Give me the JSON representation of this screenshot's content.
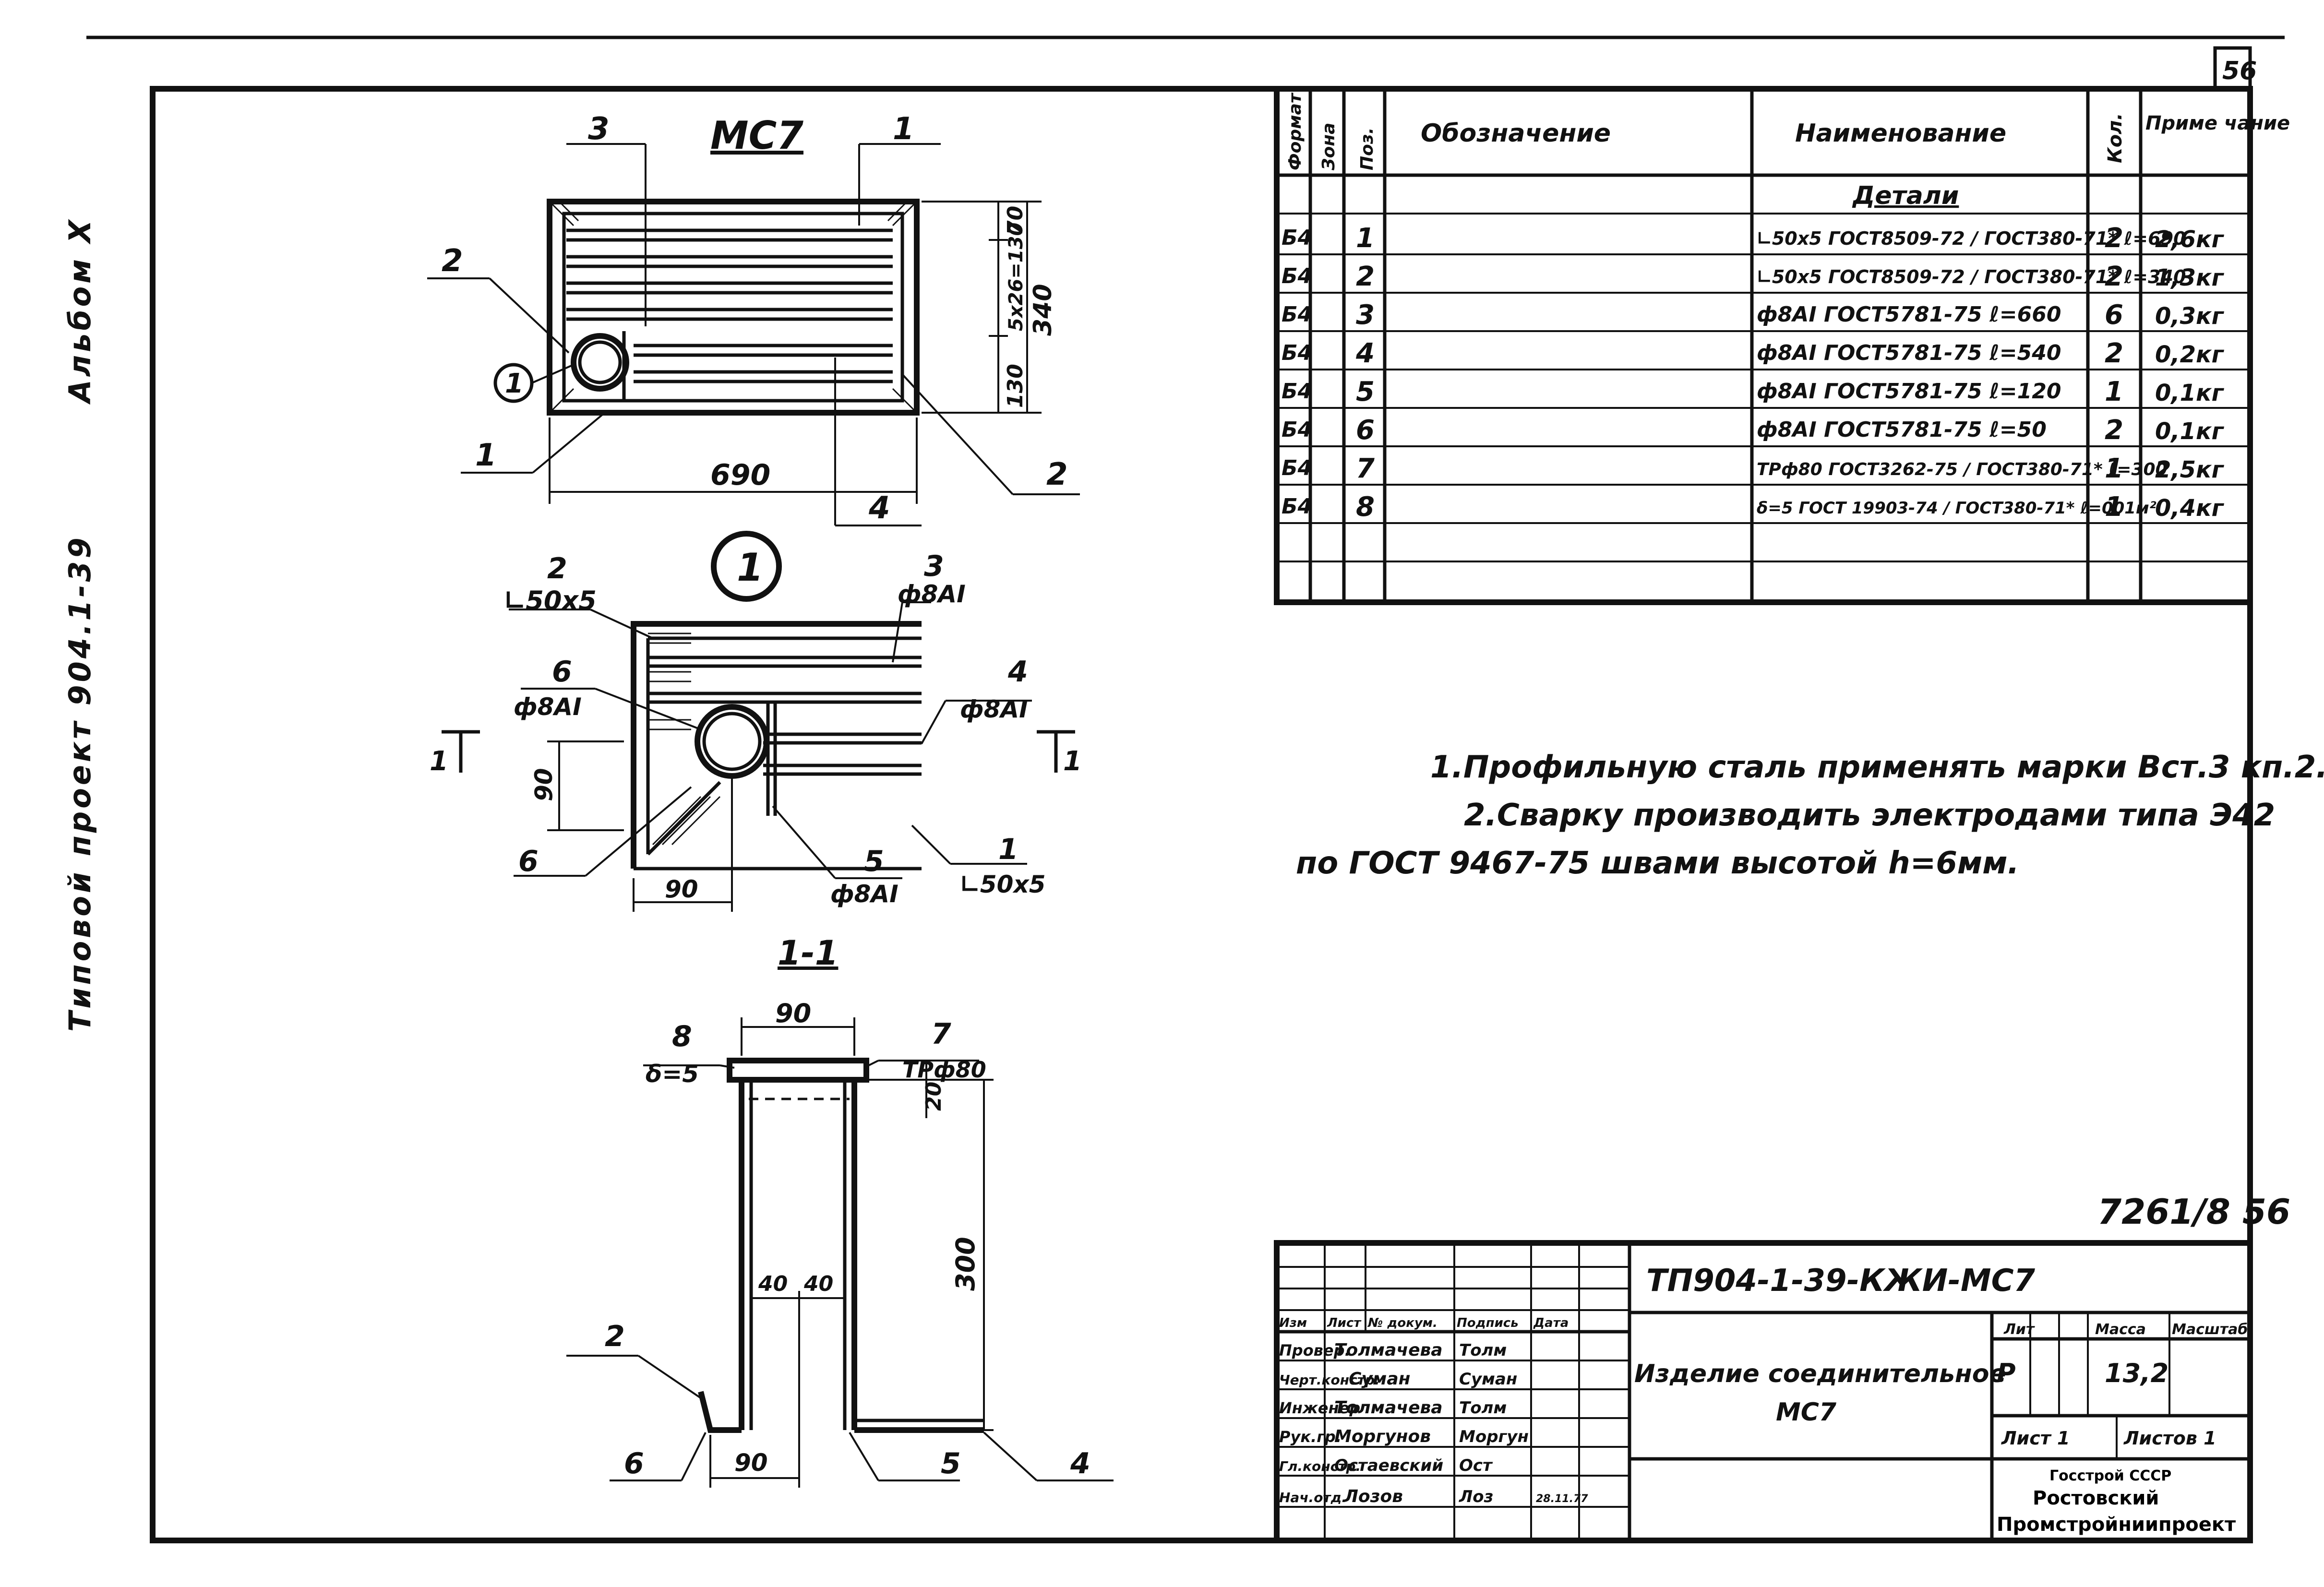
{
  "sheet_number": "56",
  "side_caption": {
    "project": "Типовой проект 904.1-39",
    "album": "Альбом X"
  },
  "views": {
    "plan_title": "МС7",
    "node_marker": "1",
    "section_title": "1-1",
    "section_mark": "1"
  },
  "dims": {
    "d690": "690",
    "d340": "340",
    "d70": "70",
    "d130": "130",
    "d_mid": "5х26=130",
    "d90": "90",
    "d90b": "90",
    "d90c": "90",
    "d90d": "90",
    "d20": "20",
    "d300": "300",
    "d40a": "40",
    "d40b": "40"
  },
  "callouts": {
    "c1": "1",
    "c2": "2",
    "c3": "3",
    "c4": "4",
    "c5": "5",
    "c6": "6",
    "c7": "7",
    "c8": "8",
    "angle": "∟50х5",
    "bar": "ф8АI",
    "pipe": "ТРф80",
    "plate": "δ=5"
  },
  "spec_table": {
    "headers": {
      "format": "Формат",
      "zone": "Зона",
      "pos": "Поз.",
      "designation": "Обозначение",
      "name": "Наименование",
      "qty": "Кол.",
      "note": "Приме чание"
    },
    "section_header": "Детали",
    "rows": [
      {
        "format": "Б4",
        "pos": "1",
        "name": "∟50х5 ГОСТ8509-72 / ГОСТ380-71* ℓ=690",
        "qty": "2",
        "note": "2,6кг"
      },
      {
        "format": "Б4",
        "pos": "2",
        "name": "∟50х5 ГОСТ8509-72 / ГОСТ380-71* ℓ=340",
        "qty": "2",
        "note": "1,3кг"
      },
      {
        "format": "Б4",
        "pos": "3",
        "name": "ф8АI ГОСТ5781-75 ℓ=660",
        "qty": "6",
        "note": "0,3кг"
      },
      {
        "format": "Б4",
        "pos": "4",
        "name": "ф8АI ГОСТ5781-75 ℓ=540",
        "qty": "2",
        "note": "0,2кг"
      },
      {
        "format": "Б4",
        "pos": "5",
        "name": "ф8АI ГОСТ5781-75 ℓ=120",
        "qty": "1",
        "note": "0,1кг"
      },
      {
        "format": "Б4",
        "pos": "6",
        "name": "ф8АI ГОСТ5781-75 ℓ=50",
        "qty": "2",
        "note": "0,1кг"
      },
      {
        "format": "Б4",
        "pos": "7",
        "name": "ТРф80 ГОСТ3262-75 / ГОСТ380-71* ℓ=300",
        "qty": "1",
        "note": "2,5кг"
      },
      {
        "format": "Б4",
        "pos": "8",
        "name": "δ=5 ГОСТ 19903-74 / ГОСТ380-71* ℓ=001м²",
        "qty": "1",
        "note": "0,4кг"
      }
    ]
  },
  "notes": [
    "1.Профильную сталь применять марки Вст.3 кп.2.",
    "2.Сварку производить электродами типа Э42",
    "по ГОСТ 9467-75 швами высотой h=6мм."
  ],
  "drawing_code": "7261/8 56",
  "title_block": {
    "doc_code": "ТП904-1-39-КЖИ-МС7",
    "title_line1": "Изделие соединительное",
    "title_line2": "МС7",
    "headers": {
      "izm": "Изм",
      "list": "Лист",
      "ndok": "№ докум.",
      "podp": "Подпись",
      "data": "Дата"
    },
    "stage_label": "Лит",
    "mass_label": "Масса",
    "scale_label": "Масштаб",
    "stage": "Р",
    "mass": "13,2",
    "sheet": "Лист 1",
    "sheets": "Листов 1",
    "staff": [
      {
        "role": "Провер.",
        "name": "Толмачева",
        "sign": "Толм"
      },
      {
        "role": "Черт.констр.",
        "name": "Суман",
        "sign": "Суман"
      },
      {
        "role": "Инженер",
        "name": "Толмачева",
        "sign": "Толм"
      },
      {
        "role": "Рук.гр.",
        "name": "Моргунов",
        "sign": "Моргун"
      },
      {
        "role": "Гл.констр.",
        "name": "Остаевский",
        "sign": "Ост"
      },
      {
        "role": "Нач.отд.",
        "name": "Лозов",
        "sign": "Лоз"
      }
    ],
    "date": "28.11.77",
    "org_line1": "Госстрой СССР",
    "org_line2": "Ростовский",
    "org_line3": "Промстройниипроект"
  }
}
